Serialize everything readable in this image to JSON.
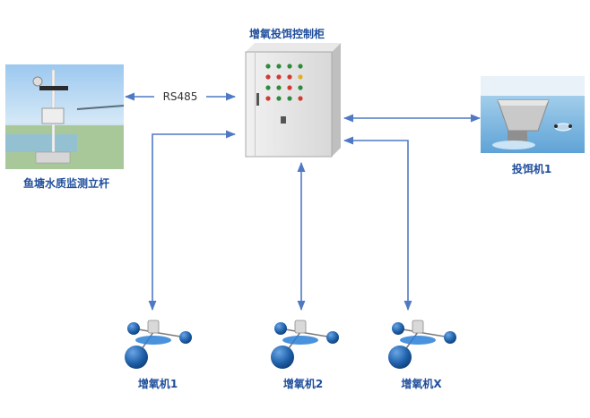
{
  "diagram": {
    "control_cabinet": {
      "label": "增氧投饵控制柜"
    },
    "monitoring_pole": {
      "label": "鱼塘水质监测立杆"
    },
    "feeder": {
      "label": "投饵机1"
    },
    "link_label": "RS485",
    "aerators": [
      {
        "label": "增氧机1"
      },
      {
        "label": "增氧机2"
      },
      {
        "label": "增氧机X"
      }
    ]
  },
  "colors": {
    "connector": "#4f79c4",
    "label": "#1f4e9c",
    "cabinet_body": "#e8e8e8",
    "float_ball": "#1e5fa8"
  }
}
